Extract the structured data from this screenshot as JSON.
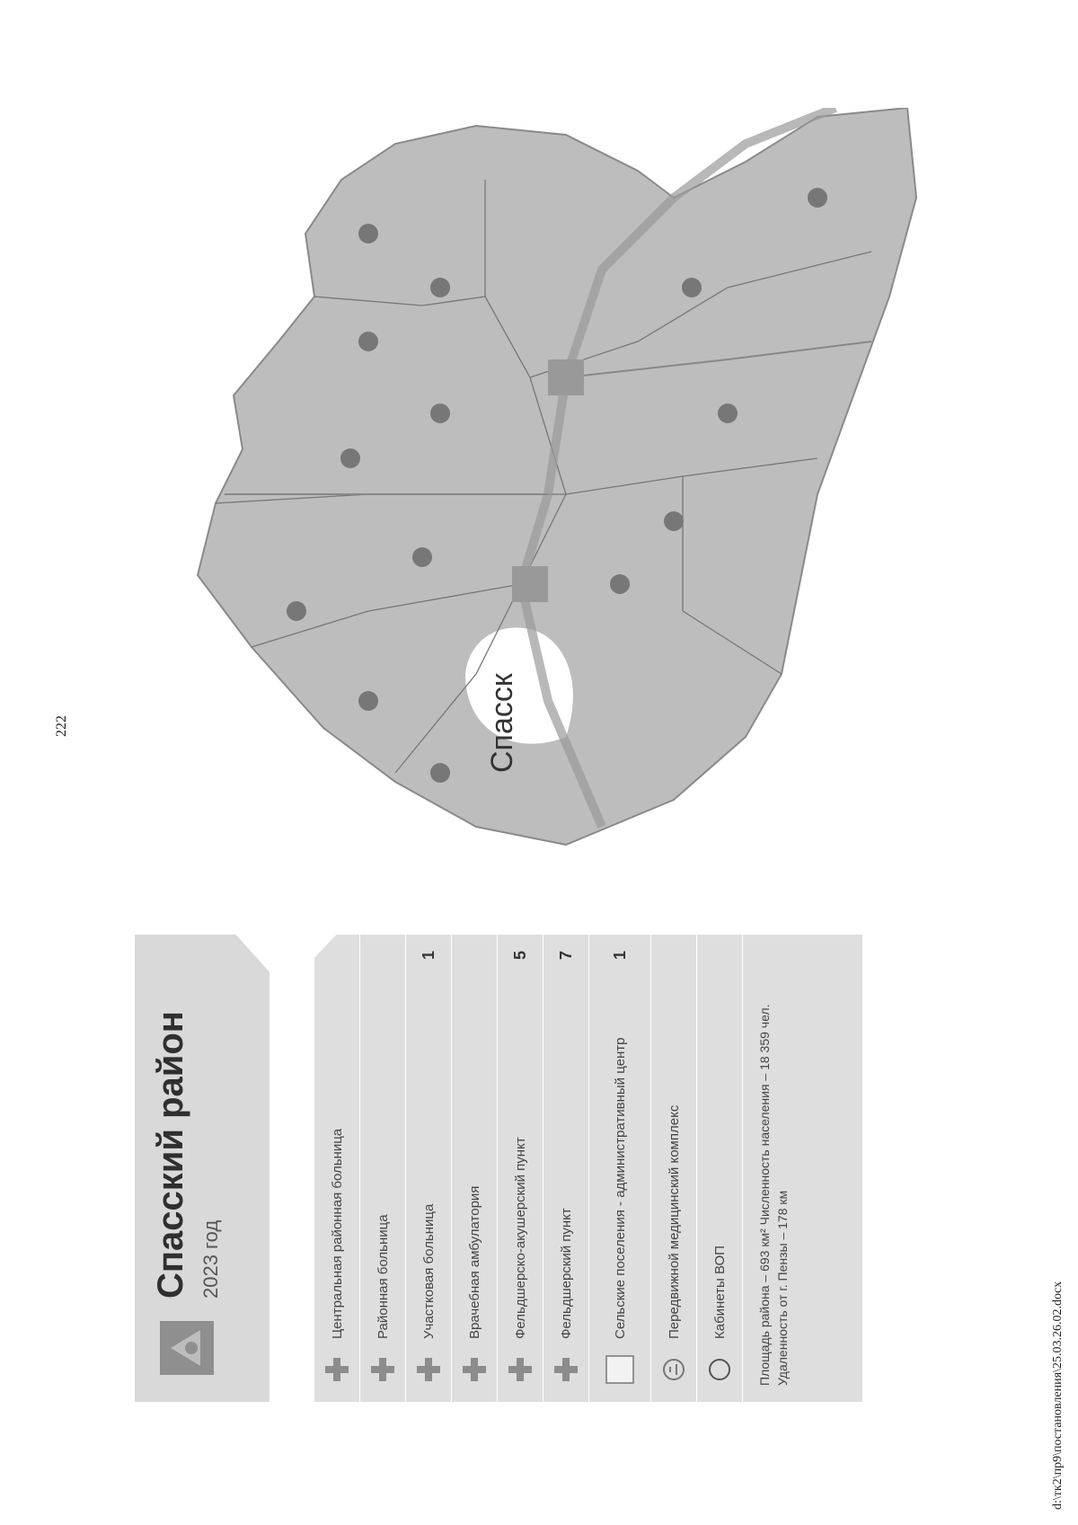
{
  "page_number": "222",
  "footer_path": "d:\\тк2\\пр9\\постановления\\25.03.26.02.docx",
  "header": {
    "title": "Спасский район",
    "subtitle": "2023 год"
  },
  "legend": {
    "items": [
      {
        "label": "Центральная районная больница",
        "count": "",
        "icon": "red-cross-icon"
      },
      {
        "label": "Районная больница",
        "count": "",
        "icon": "red-cross-icon"
      },
      {
        "label": "Участковая больница",
        "count": "1",
        "icon": "red-cross-icon"
      },
      {
        "label": "Врачебная амбулатория",
        "count": "",
        "icon": "red-cross-icon"
      },
      {
        "label": "Фельдшерско-акушерский пункт",
        "count": "5",
        "icon": "red-cross-icon"
      },
      {
        "label": "Фельдшерский пункт",
        "count": "7",
        "icon": "red-cross-icon"
      },
      {
        "label": "Сельские поселения - административный центр",
        "count": "1",
        "icon": "square-outline-icon"
      },
      {
        "label": "Передвижной медицинский комплекс",
        "count": "",
        "icon": "mobile-clinic-icon"
      },
      {
        "label": "Кабинеты ВОП",
        "count": "",
        "icon": "circle-outline-icon"
      }
    ],
    "info": "Площадь района – 693 км² Численность населения – 18 359 чел. Удаленность от г. Пензы – 178 км"
  },
  "map": {
    "city_label": "Спасск",
    "colors": {
      "region": "#bdbdbd",
      "border": "#777777",
      "road": "#9a9a9a",
      "marker": "#777777"
    }
  }
}
